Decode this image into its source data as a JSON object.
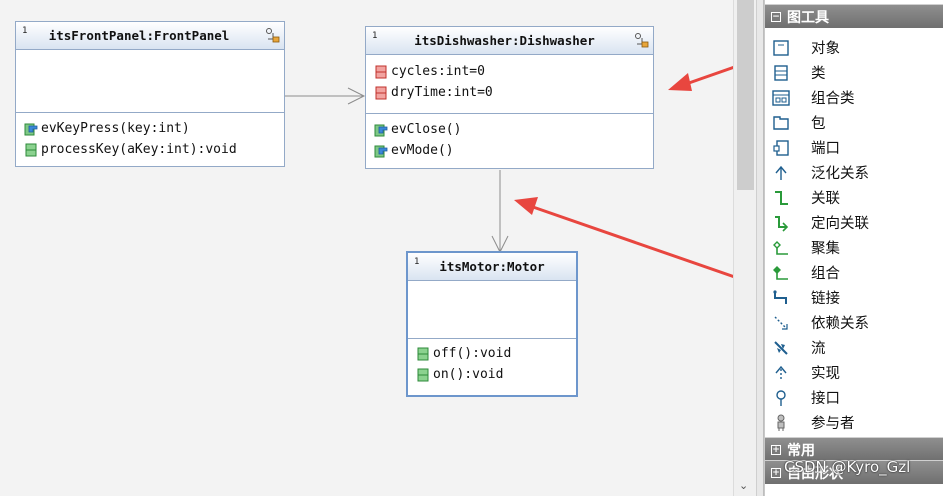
{
  "diagram": {
    "classes": [
      {
        "key": "frontpanel",
        "title": "itsFrontPanel:FrontPanel",
        "multiplicity": "1",
        "attributes": [],
        "operations": [
          {
            "text": "evKeyPress(key:int)",
            "kind": "reception"
          },
          {
            "text": "processKey(aKey:int):void",
            "kind": "operation"
          }
        ]
      },
      {
        "key": "dishwasher",
        "title": "itsDishwasher:Dishwasher",
        "multiplicity": "1",
        "attributes": [
          {
            "text": "cycles:int=0"
          },
          {
            "text": "dryTime:int=0"
          }
        ],
        "operations": [
          {
            "text": "evClose()",
            "kind": "reception"
          },
          {
            "text": "evMode()",
            "kind": "reception"
          }
        ]
      },
      {
        "key": "motor",
        "title": "itsMotor:Motor",
        "multiplicity": "1",
        "attributes": [],
        "operations": [
          {
            "text": "off():void",
            "kind": "operation"
          },
          {
            "text": "on():void",
            "kind": "operation"
          }
        ]
      }
    ]
  },
  "toolbox": {
    "header": "图工具",
    "items": [
      {
        "label": "对象",
        "icon": "object-icon"
      },
      {
        "label": "类",
        "icon": "class-icon"
      },
      {
        "label": "组合类",
        "icon": "composite-class-icon"
      },
      {
        "label": "包",
        "icon": "package-icon"
      },
      {
        "label": "端口",
        "icon": "port-icon"
      },
      {
        "label": "泛化关系",
        "icon": "generalization-icon"
      },
      {
        "label": "关联",
        "icon": "association-icon"
      },
      {
        "label": "定向关联",
        "icon": "directed-association-icon"
      },
      {
        "label": "聚集",
        "icon": "aggregation-icon"
      },
      {
        "label": "组合",
        "icon": "composition-icon"
      },
      {
        "label": "链接",
        "icon": "link-icon"
      },
      {
        "label": "依赖关系",
        "icon": "dependency-icon"
      },
      {
        "label": "流",
        "icon": "flow-icon"
      },
      {
        "label": "实现",
        "icon": "realization-icon"
      },
      {
        "label": "接口",
        "icon": "interface-icon"
      },
      {
        "label": "参与者",
        "icon": "actor-icon"
      }
    ],
    "section2": "常用",
    "section3": "自由形状"
  },
  "watermark": "CSDN @Kyro_Gzl",
  "colors": {
    "annotation_arrow": "#e8463f",
    "class_border": "#93a9c7",
    "attribute_icon": "#d0312d",
    "operation_icon": "#34a24a"
  }
}
